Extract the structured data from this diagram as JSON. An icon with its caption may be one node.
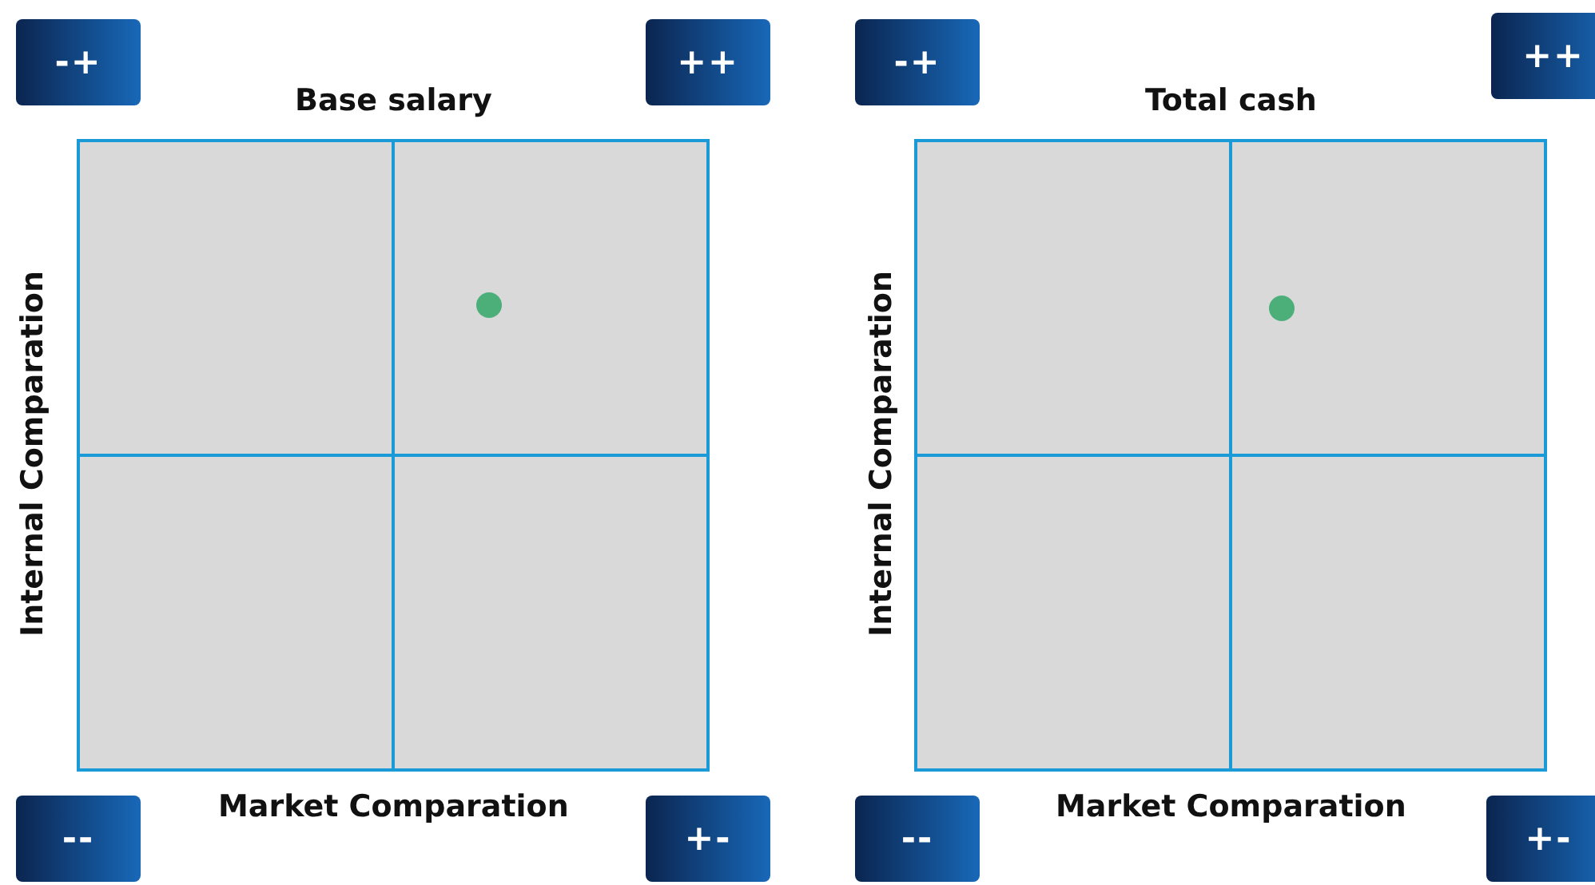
{
  "diagram": {
    "nodes": [
      {
        "text": [
          "-+"
        ]
      },
      {
        "text": [
          "++"
        ]
      },
      {
        "text": [
          "-+"
        ]
      },
      {
        "text": [
          "++"
        ]
      },
      {
        "text": [
          "--"
        ]
      },
      {
        "text": [
          "+-"
        ]
      },
      {
        "text": [
          "--"
        ]
      },
      {
        "text": [
          "+-"
        ]
      }
    ],
    "labels": [
      "Base salary",
      "Total cash",
      "Internal Comparation",
      "Internal Comparation",
      "Market Comparation",
      "Market Comparation"
    ]
  }
}
